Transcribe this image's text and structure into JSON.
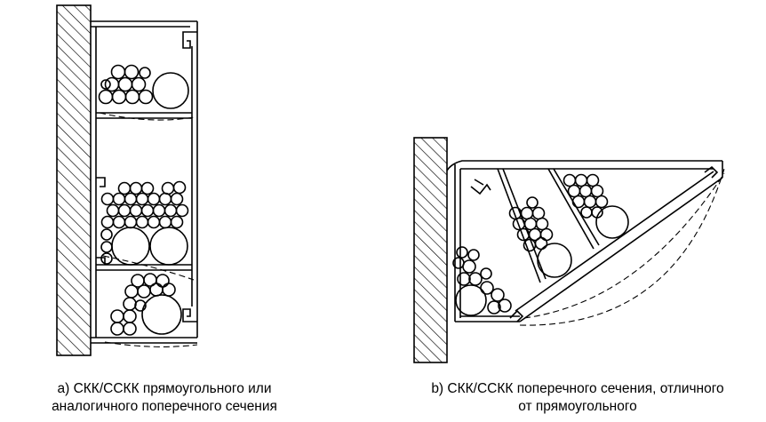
{
  "captions": {
    "a_line1": "a)  СКК/ССКК прямоугольного или",
    "a_line2": "аналогичного поперечного сечения",
    "b_line1": "b)  СКК/ССКК поперечного сечения, отличного",
    "b_line2": "от прямоугольного"
  }
}
